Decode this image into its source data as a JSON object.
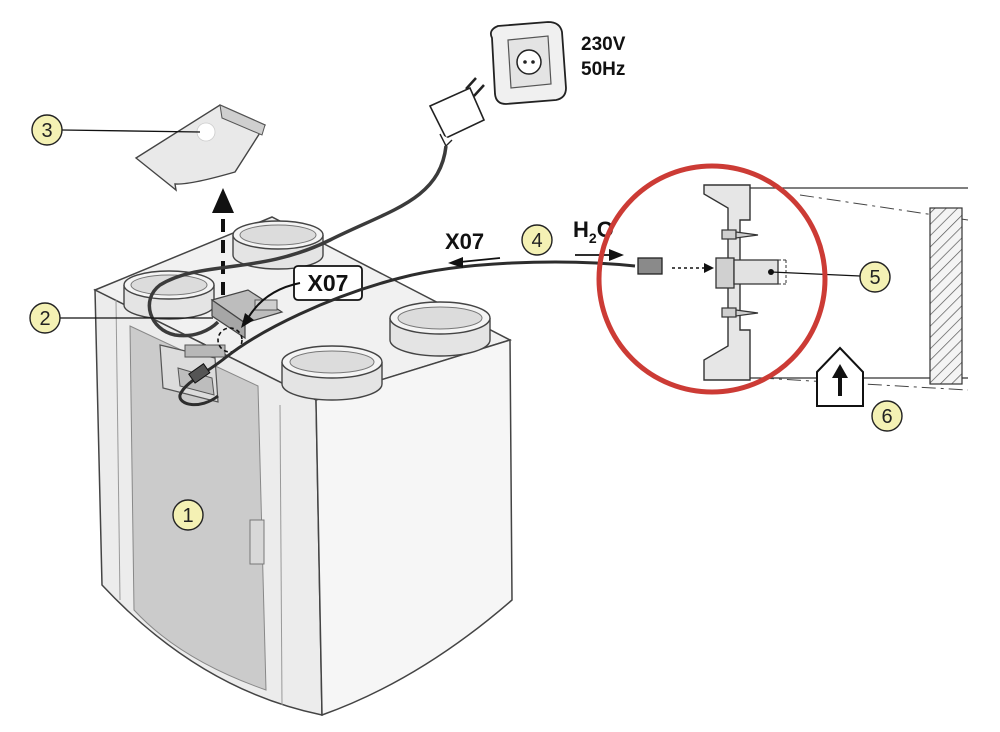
{
  "figure": {
    "power": {
      "voltage": "230V",
      "frequency": "50Hz"
    },
    "connector_label": "X07",
    "cable_label": "X07",
    "water_label": {
      "main": "H",
      "subscript": "2",
      "tail": "O"
    },
    "callouts": [
      "1",
      "2",
      "3",
      "4",
      "5",
      "6"
    ]
  },
  "colors": {
    "highlight_circle": "#cc3b35",
    "callout_fill": "#f4f1b4",
    "unit_front": "#c9c9c9",
    "unit_side": "#efefef",
    "outline": "#3c3c3c"
  }
}
